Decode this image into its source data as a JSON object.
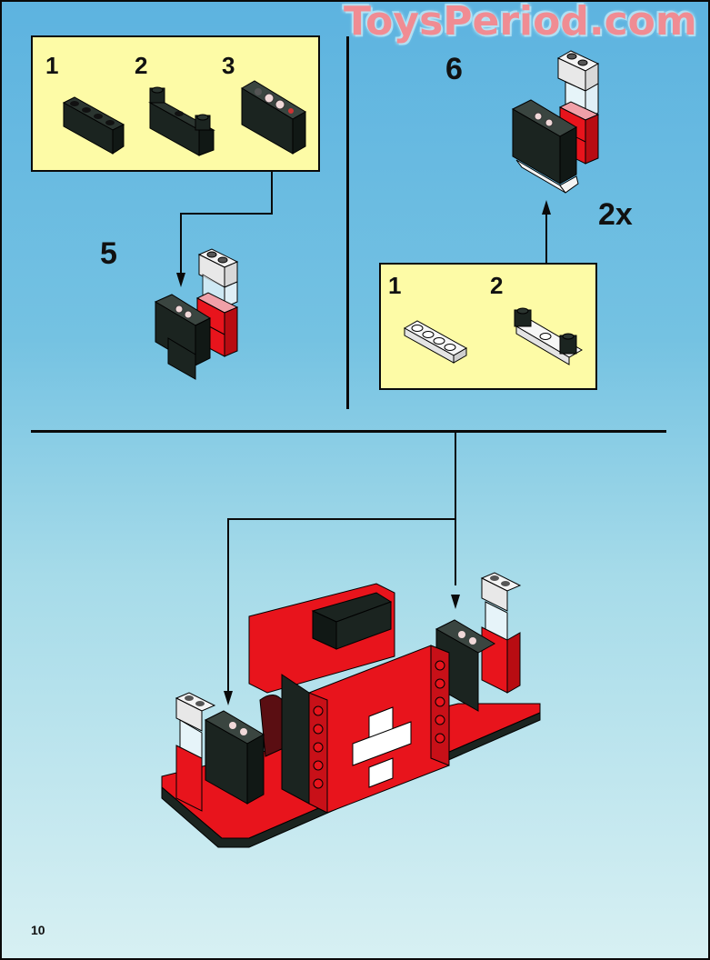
{
  "watermark": "ToysPeriod.com",
  "page_number": "10",
  "colors": {
    "background_top": "#5db3e0",
    "background_bottom": "#d7f0f3",
    "callout_fill": "#fdfba6",
    "brick_red": "#e8141c",
    "brick_black": "#1e2a24",
    "brick_white": "#f2f2f2",
    "watermark": "#f08c93"
  },
  "step5": {
    "number": "5",
    "callout": {
      "substeps": [
        {
          "label": "1",
          "part": "black 1x4 brick"
        },
        {
          "label": "2",
          "part": "black brick with two 1x1 clips"
        },
        {
          "label": "3",
          "part": "black printed control panel brick"
        }
      ]
    }
  },
  "step6": {
    "number": "6",
    "multiplier": "2x",
    "callout": {
      "substeps": [
        {
          "label": "1",
          "part": "white 1x4 plate"
        },
        {
          "label": "2",
          "part": "white plate with black 1x1 clips"
        }
      ]
    }
  },
  "final_assembly": {
    "description": "red vehicle base with white cross, two console assemblies attached"
  }
}
